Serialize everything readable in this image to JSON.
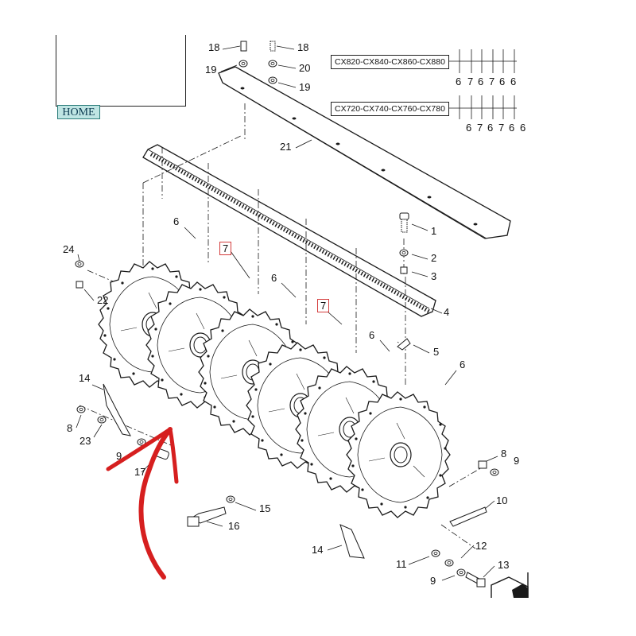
{
  "nav": {
    "home_label": "HOME"
  },
  "models": [
    {
      "label": "CX820-CX840-CX860-CX880",
      "variants": [
        "6",
        "7",
        "6",
        "7",
        "6",
        "6"
      ]
    },
    {
      "label": "CX720-CX740-CX760-CX780",
      "variants": [
        "6",
        "7",
        "6",
        "7",
        "6",
        "6"
      ]
    }
  ],
  "callouts": [
    {
      "id": "c18a",
      "text": "18"
    },
    {
      "id": "c18b",
      "text": "18"
    },
    {
      "id": "c19a",
      "text": "19"
    },
    {
      "id": "c20",
      "text": "20"
    },
    {
      "id": "c19b",
      "text": "19"
    },
    {
      "id": "c21",
      "text": "21"
    },
    {
      "id": "c1",
      "text": "1"
    },
    {
      "id": "c2",
      "text": "2"
    },
    {
      "id": "c3",
      "text": "3"
    },
    {
      "id": "c4",
      "text": "4"
    },
    {
      "id": "c5",
      "text": "5"
    },
    {
      "id": "c6a",
      "text": "6"
    },
    {
      "id": "c6b",
      "text": "6"
    },
    {
      "id": "c6c",
      "text": "6"
    },
    {
      "id": "c6d",
      "text": "6"
    },
    {
      "id": "c7a",
      "text": "7"
    },
    {
      "id": "c7b",
      "text": "7"
    },
    {
      "id": "c24",
      "text": "24"
    },
    {
      "id": "c22",
      "text": "22"
    },
    {
      "id": "c14a",
      "text": "14"
    },
    {
      "id": "c8a",
      "text": "8"
    },
    {
      "id": "c23",
      "text": "23"
    },
    {
      "id": "c9a",
      "text": "9"
    },
    {
      "id": "c17",
      "text": "17"
    },
    {
      "id": "c15",
      "text": "15"
    },
    {
      "id": "c16",
      "text": "16"
    },
    {
      "id": "c8b",
      "text": "8"
    },
    {
      "id": "c9b",
      "text": "9"
    },
    {
      "id": "c10",
      "text": "10"
    },
    {
      "id": "c14b",
      "text": "14"
    },
    {
      "id": "c12",
      "text": "12"
    },
    {
      "id": "c11",
      "text": "11"
    },
    {
      "id": "c13",
      "text": "13"
    },
    {
      "id": "c9c",
      "text": "9"
    }
  ],
  "colors": {
    "line": "#1a1a1a",
    "annotation": "#d61f1f",
    "highlight_box": "#d43c3c",
    "home_bg": "#bfe5e3"
  }
}
